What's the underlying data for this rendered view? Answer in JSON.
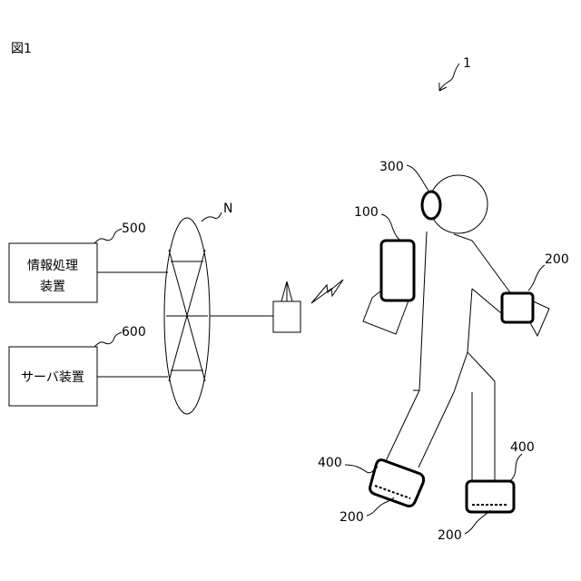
{
  "figure": {
    "title": "図1",
    "system_ref": "1"
  },
  "network": {
    "label": "N"
  },
  "devices": {
    "info_processing": {
      "ref": "500",
      "line1": "情報処理",
      "line2": "装置"
    },
    "server": {
      "ref": "600",
      "label": "サーバ装置"
    }
  },
  "sensors": {
    "head_sensor": {
      "ref": "300"
    },
    "body_device": {
      "ref": "100"
    },
    "wrist_sensor": {
      "ref": "200"
    },
    "left_foot_device": {
      "ref": "400"
    },
    "left_foot_sensor": {
      "ref": "200"
    },
    "right_foot_device": {
      "ref": "400"
    },
    "right_foot_sensor": {
      "ref": "200"
    }
  }
}
